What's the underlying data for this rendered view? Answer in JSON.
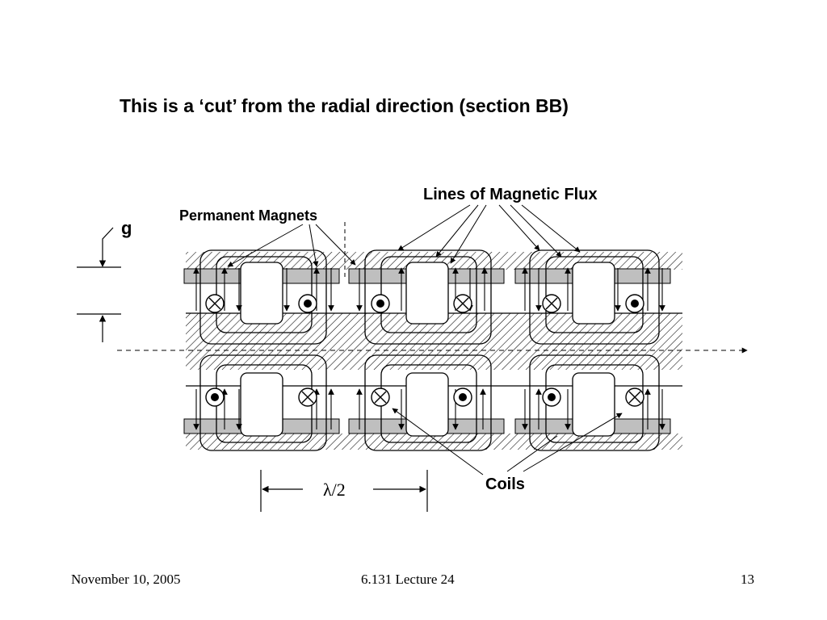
{
  "slide": {
    "title": "This is a ‘cut’ from the radial direction (section BB)"
  },
  "diagram": {
    "labels": {
      "gap": "g",
      "permanent_magnets": "Permanent Magnets",
      "flux_lines": "Lines of Magnetic Flux",
      "coils": "Coils",
      "half_wavelength": "λ/2"
    },
    "coil_symbols": {
      "upper_row": [
        "cross",
        "dot",
        "dot",
        "cross",
        "cross",
        "dot"
      ],
      "lower_row": [
        "dot",
        "cross",
        "cross",
        "dot",
        "dot",
        "cross"
      ]
    }
  },
  "footer": {
    "date": "November 10, 2005",
    "course": "6.131 Lecture 24",
    "page": "13"
  }
}
